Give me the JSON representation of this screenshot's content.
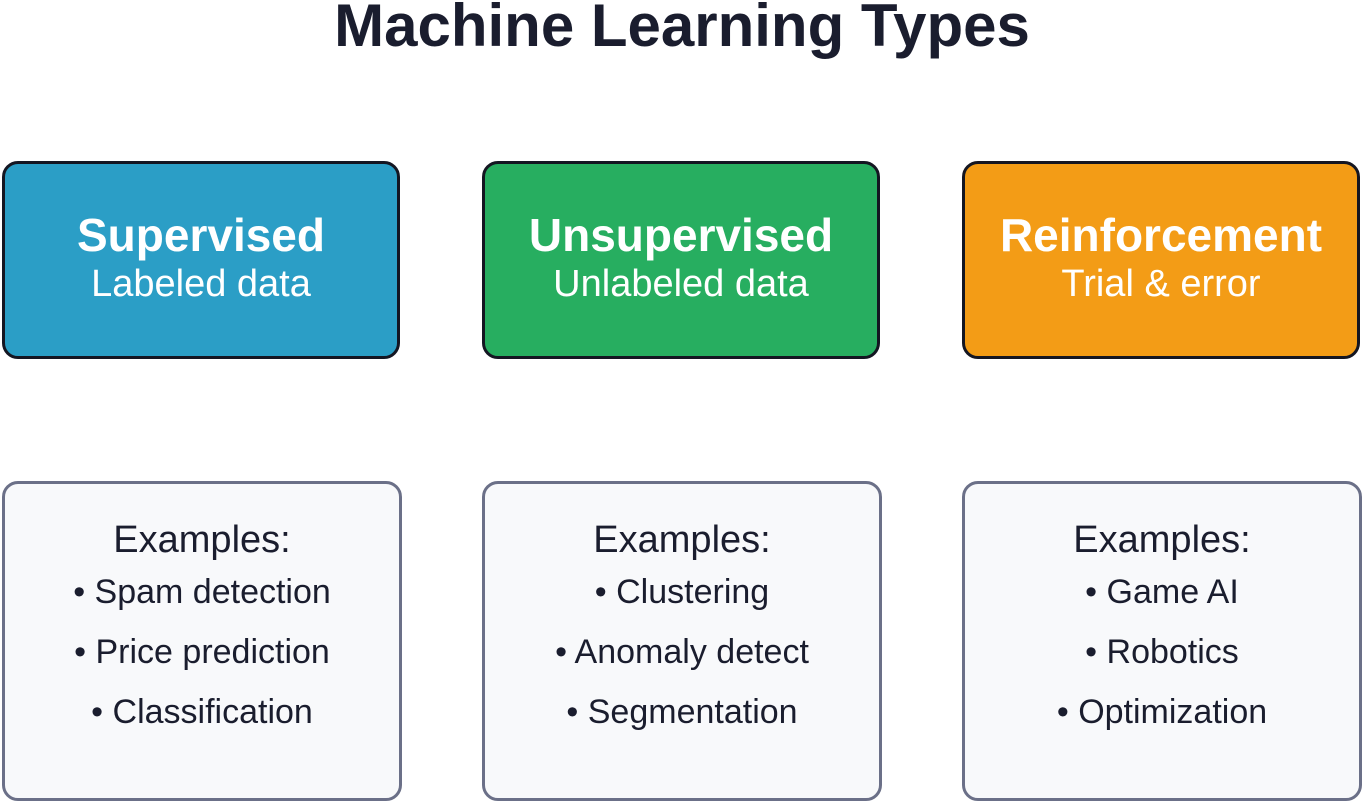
{
  "title": "Machine Learning Types",
  "types": [
    {
      "name": "Supervised",
      "description": "Labeled data",
      "color": "#2b9ec6",
      "examples_heading": "Examples:",
      "examples": [
        "• Spam detection",
        "• Price prediction",
        "• Classification"
      ]
    },
    {
      "name": "Unsupervised",
      "description": "Unlabeled data",
      "color": "#27ae60",
      "examples_heading": "Examples:",
      "examples": [
        "• Clustering",
        "• Anomaly detect",
        "• Segmentation"
      ]
    },
    {
      "name": "Reinforcement",
      "description": "Trial & error",
      "color": "#f39c16",
      "examples_heading": "Examples:",
      "examples": [
        "• Game AI",
        "• Robotics",
        "• Optimization"
      ]
    }
  ]
}
